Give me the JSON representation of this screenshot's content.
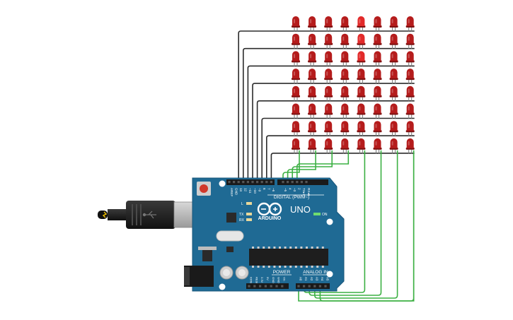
{
  "board": {
    "digital_label": "DIGITAL (PWM~)",
    "brand_label": "ARDUINO",
    "model_label": "UNO",
    "power_label": "POWER",
    "analog_label": "ANALOG IN",
    "on_label": "ON",
    "tx_label": "TX",
    "rx_label": "RX",
    "l_label": "L",
    "digital_pins": [
      "AREF",
      "GND",
      "13",
      "12",
      "~11",
      "~10",
      "~9",
      "8",
      "7",
      "~6",
      "~5",
      "4",
      "~3",
      "2",
      "TX▸1",
      "RX◂0"
    ],
    "power_pins": [
      "IOREF",
      "RESET",
      "3.3V",
      "5V",
      "GND",
      "GND",
      "Vin"
    ],
    "analog_pins": [
      "A0",
      "A1",
      "A2",
      "A3",
      "A4",
      "A5"
    ]
  },
  "led_matrix": {
    "rows": 8,
    "cols": 8
  },
  "colors": {
    "board": "#1f6a94",
    "led": "#b51c1c",
    "led_lit": "#e22a2a",
    "wire_dark": "#2b2b2b",
    "wire_green": "#3cb043"
  },
  "icons": [
    "usb-cable-icon",
    "arduino-logo-icon"
  ]
}
